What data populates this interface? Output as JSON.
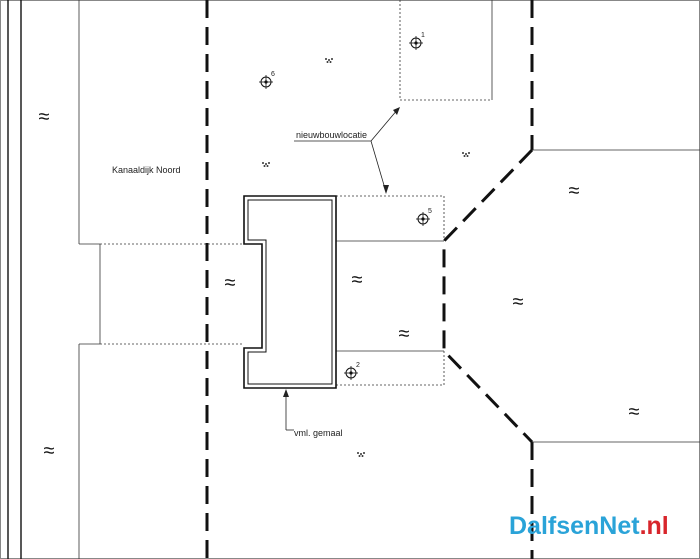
{
  "drawing": {
    "labels": {
      "street": "Kanaaldijk Noord",
      "new_build": "nieuwbouwlocatie",
      "former_pump": "vml. gemaal"
    },
    "points": [
      {
        "id": "1"
      },
      {
        "id": "2"
      },
      {
        "id": "5"
      },
      {
        "id": "6"
      }
    ],
    "water_symbol": "≈"
  },
  "watermark": {
    "part1": "DalfsenNet",
    "part2": ".nl",
    "colors": {
      "part1": "#2aa3d8",
      "part2": "#d8252b"
    }
  }
}
